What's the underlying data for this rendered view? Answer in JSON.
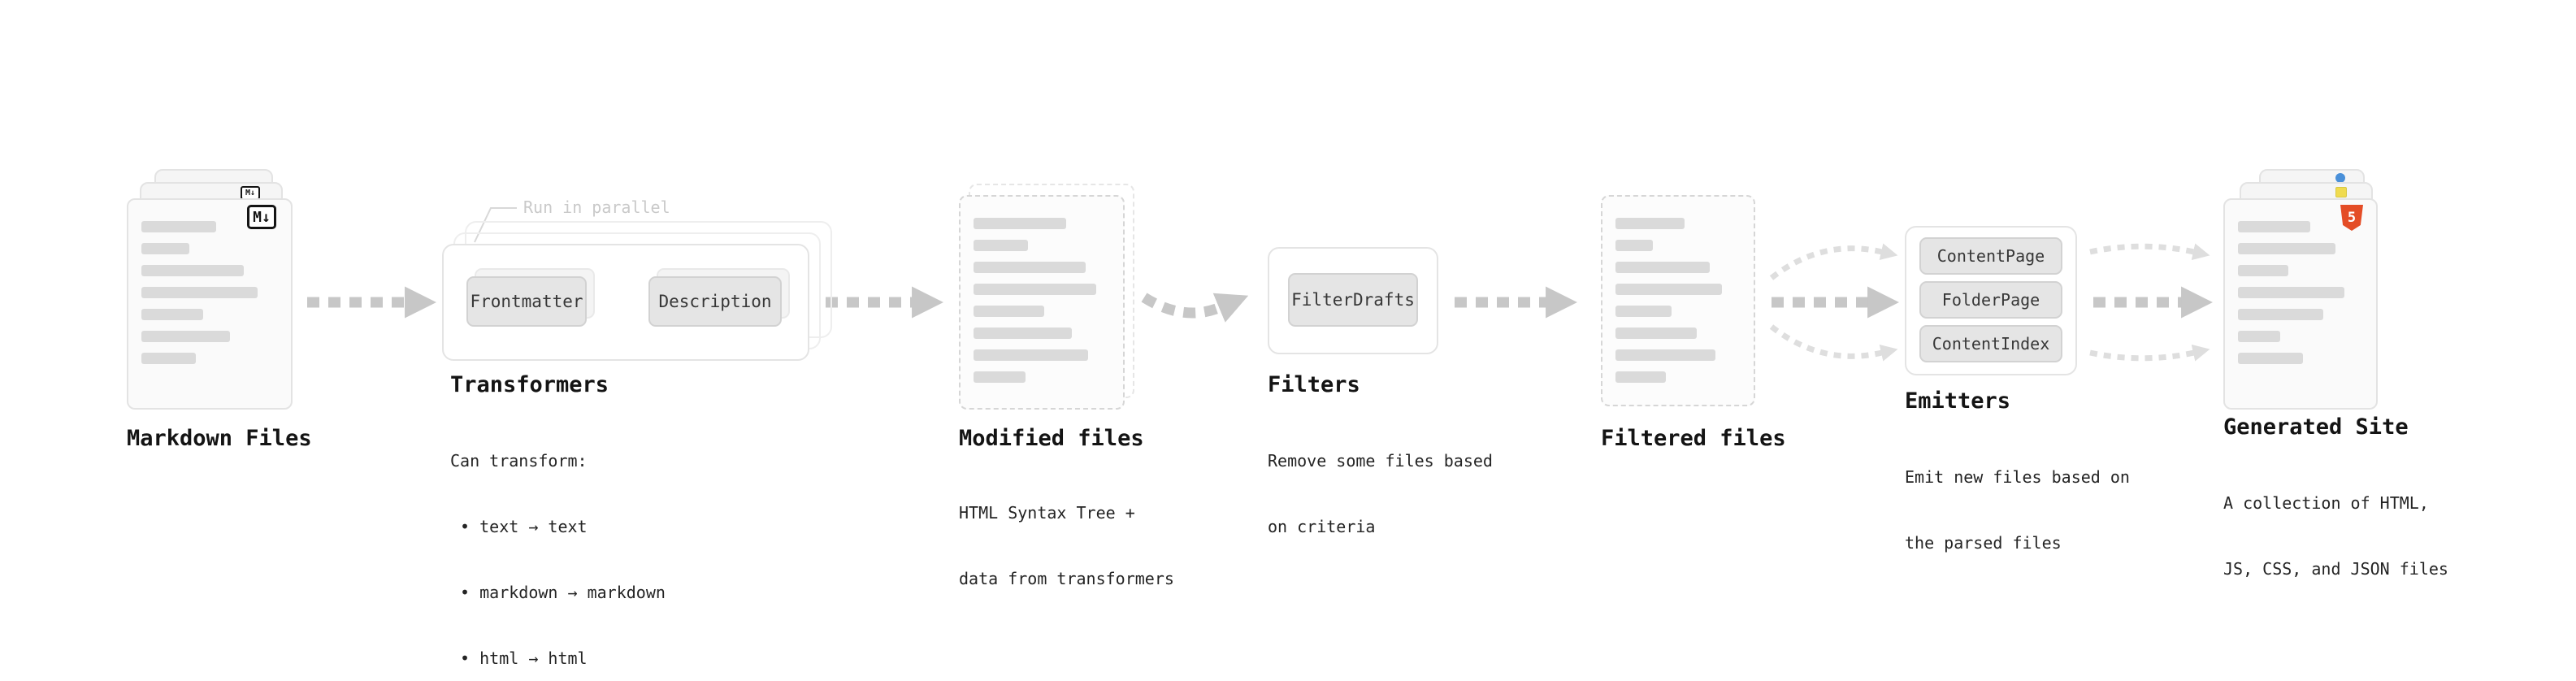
{
  "colors": {
    "background": "#ffffff",
    "arrow_main": "#c7c7c7",
    "arrow_light": "#dedede",
    "card_border": "#e3e3e3",
    "bar_fill": "#dadada",
    "button_fill": "#e5e5e5",
    "html5_orange": "#e44d26",
    "js_yellow": "#f0db4f",
    "css_blue": "#4a90d9",
    "title_text": "#141414"
  },
  "icons": {
    "markdown": "M↓",
    "html5": "5"
  },
  "nodes": {
    "markdown_files": {
      "title": "Markdown Files"
    },
    "transformers": {
      "title": "Transformers",
      "parallel_label": "Run in parallel",
      "box1": "Frontmatter",
      "box2": "Description",
      "desc": [
        "Can transform:",
        " • text → text",
        " • markdown → markdown",
        " • html → html"
      ]
    },
    "modified_files": {
      "title": "Modified files",
      "desc": [
        "HTML Syntax Tree +",
        "data from transformers"
      ]
    },
    "filters": {
      "title": "Filters",
      "box1": "FilterDrafts",
      "desc": [
        "Remove some files based",
        "on criteria"
      ]
    },
    "filtered_files": {
      "title": "Filtered files"
    },
    "emitters": {
      "title": "Emitters",
      "box1": "ContentPage",
      "box2": "FolderPage",
      "box3": "ContentIndex",
      "desc": [
        "Emit new files based on",
        "the parsed files"
      ]
    },
    "generated_site": {
      "title": "Generated Site",
      "desc": [
        "A collection of HTML,",
        "JS, CSS, and JSON files"
      ]
    }
  }
}
